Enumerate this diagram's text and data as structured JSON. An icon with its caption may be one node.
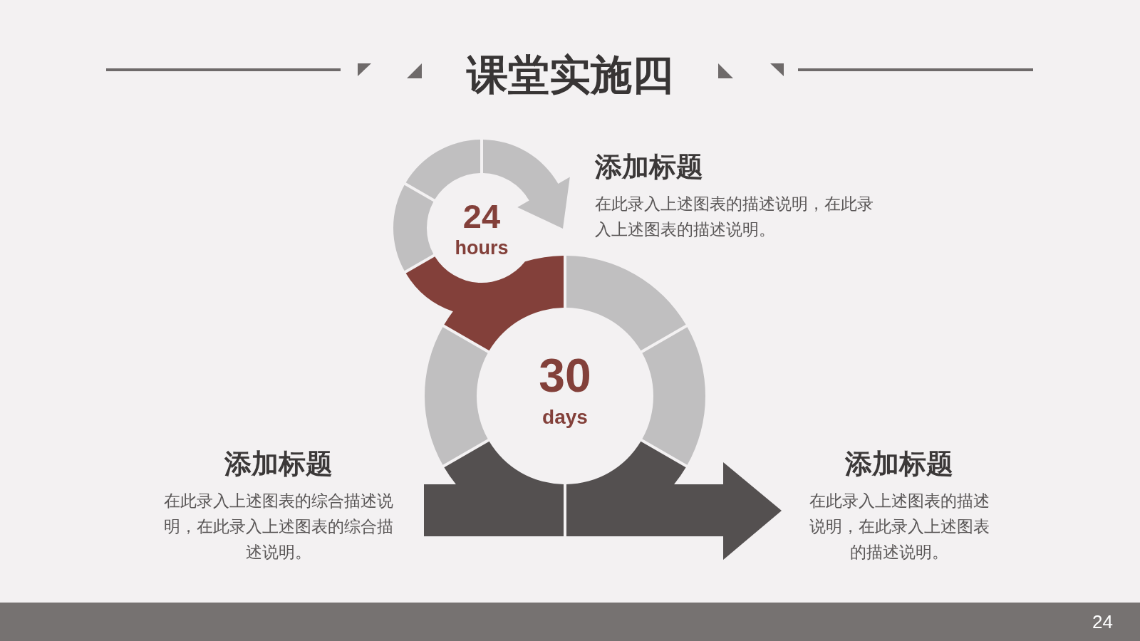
{
  "diagram": {
    "title": "课堂实施四",
    "nodes": [
      {
        "text": [
          "24",
          "hours"
        ]
      },
      {
        "text": [
          "添加标题",
          "在此录入上述图表的描述说明，在此录入上述图表的描述说明。"
        ]
      },
      {
        "text": [
          "30",
          "days"
        ]
      },
      {
        "text": [
          "添加标题",
          "在此录入上述图表的综合描述说明，在此录入上述图表的综合描述说明。"
        ]
      },
      {
        "text": [
          "添加标题",
          "在此录入上述图表的描述说明，在此录入上述图表的描述说明。"
        ]
      }
    ],
    "labels": [
      "24"
    ]
  }
}
